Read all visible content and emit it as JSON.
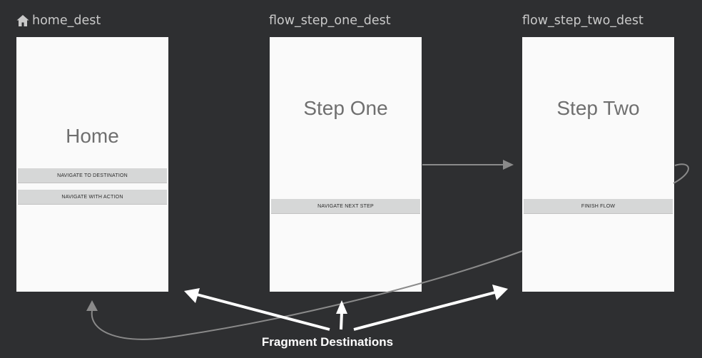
{
  "destinations": [
    {
      "id": "home_dest",
      "start_icon": "home-icon",
      "screen_title": "Home",
      "buttons": [
        "NAVIGATE TO DESTINATION",
        "NAVIGATE WITH ACTION"
      ]
    },
    {
      "id": "flow_step_one_dest",
      "screen_title": "Step One",
      "buttons": [
        "NAVIGATE NEXT STEP"
      ]
    },
    {
      "id": "flow_step_two_dest",
      "screen_title": "Step Two",
      "buttons": [
        "FINISH FLOW"
      ]
    }
  ],
  "caption": "Fragment Destinations",
  "colors": {
    "background": "#2e2f31",
    "frame": "#fafafa",
    "button": "#d6d7d7",
    "connector": "#8a8a8a",
    "annotation_arrow": "#ffffff"
  }
}
